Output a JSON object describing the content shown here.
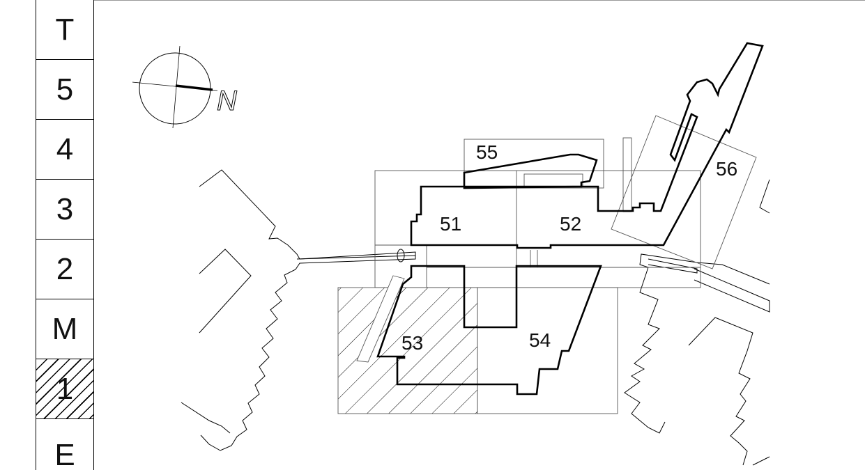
{
  "floor_nav": {
    "items": [
      {
        "label": "T"
      },
      {
        "label": "5"
      },
      {
        "label": "4"
      },
      {
        "label": "3"
      },
      {
        "label": "2"
      },
      {
        "label": "M"
      },
      {
        "label": "1",
        "active": true
      },
      {
        "label": "E"
      }
    ]
  },
  "compass": {
    "label": "N"
  },
  "buildings": {
    "b51": "51",
    "b52": "52",
    "b53": "53",
    "b54": "54",
    "b55": "55",
    "b56": "56"
  }
}
